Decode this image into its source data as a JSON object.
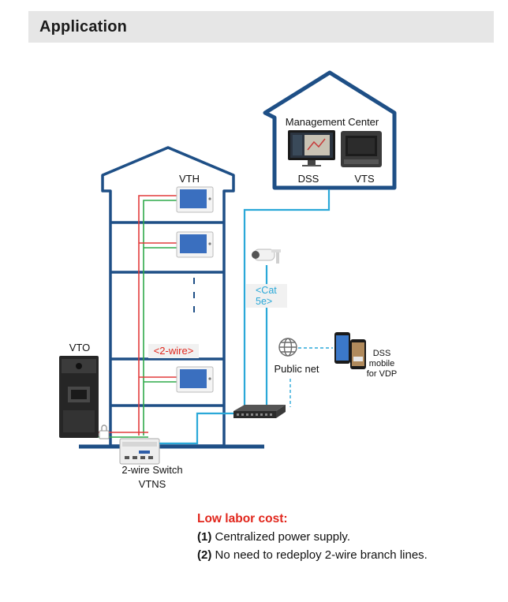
{
  "header": {
    "title": "Application"
  },
  "labels": {
    "management_center": "Management Center",
    "dss": "DSS",
    "vts": "VTS",
    "vth": "VTH",
    "vto": "VTO",
    "two_wire": "<2-wire>",
    "cat_line1": "<Cat",
    "cat_line2": "5e>",
    "public_net": "Public net",
    "dss_mobile_1": "DSS",
    "dss_mobile_2": "mobile",
    "dss_mobile_3": "for VDP",
    "switch_line1": "2-wire Switch",
    "switch_line2": "VTNS"
  },
  "notes": {
    "title": "Low labor cost:",
    "items": [
      {
        "num": "(1)",
        "text": "Centralized power supply."
      },
      {
        "num": "(2)",
        "text": "No need to redeploy 2-wire branch lines."
      }
    ]
  },
  "colors": {
    "building": "#1e4f86",
    "cat_line": "#2aa8d8",
    "wire_red": "#e23b3b",
    "wire_green": "#2faa4a",
    "accent_red": "#e1261c"
  }
}
